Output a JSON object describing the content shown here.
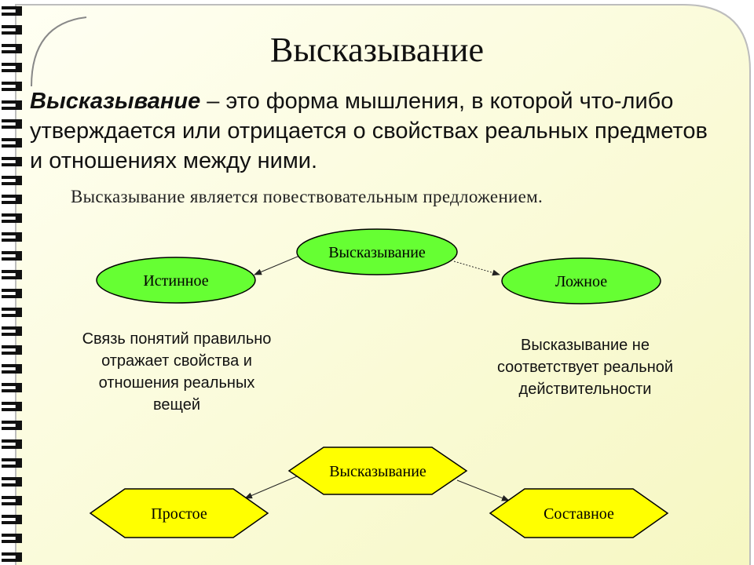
{
  "title": "Высказывание",
  "definition": {
    "term": "Высказывание",
    "rest": " – это форма мышления, в которой что-либо утверждается или отрицается о свойствах реальных предметов и отношениях между ними."
  },
  "note": "Высказывание является повествовательным предложением.",
  "diagram1": {
    "root": "Высказывание",
    "left": "Истинное",
    "right": "Ложное",
    "left_desc": "Связь понятий правильно отражает свойства и отношения реальных вещей",
    "right_desc": "Высказывание не соответствует реальной действительности"
  },
  "diagram2": {
    "root": "Высказывание",
    "left": "Простое",
    "right": "Составное"
  },
  "colors": {
    "ellipse_fill": "#66ff33",
    "hexagon_fill": "#ffff00",
    "panel_fill": "#fbfbd6"
  }
}
